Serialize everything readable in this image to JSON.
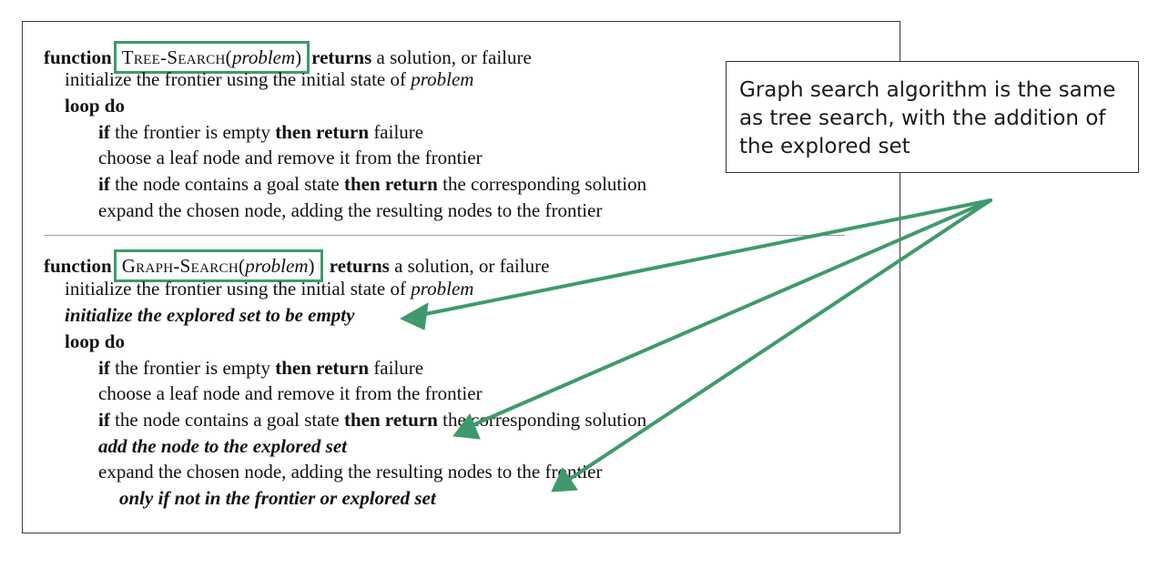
{
  "tree_search": {
    "kw_function": "function",
    "name": "Tree-Search(",
    "arg": "problem",
    "close": ")",
    "kw_returns": "returns",
    "returns_rest": " a solution, or failure",
    "init_text": "initialize the frontier using the initial state of ",
    "init_arg": "problem",
    "loop": "loop do",
    "if1_kw": "if",
    "if1_text": " the frontier is empty ",
    "if1_then": "then return",
    "if1_rest": " failure",
    "choose": "choose a leaf node and remove it from the frontier",
    "if2_kw": "if",
    "if2_text": " the node contains a goal state ",
    "if2_then": "then return",
    "if2_rest": " the corresponding solution",
    "expand": "expand the chosen node, adding the resulting nodes to the frontier"
  },
  "graph_search": {
    "kw_function": "function",
    "name": "Graph-Search(",
    "arg": "problem",
    "close": ")",
    "kw_returns": "returns",
    "returns_rest": " a solution, or failure",
    "init_text": "initialize the frontier using the initial state of ",
    "init_arg": "problem",
    "init_explored": "initialize the explored set to be empty",
    "loop": "loop do",
    "if1_kw": "if",
    "if1_text": " the frontier is empty ",
    "if1_then": "then return",
    "if1_rest": " failure",
    "choose": "choose a leaf node and remove it from the frontier",
    "if2_kw": "if",
    "if2_text": " the node contains a goal state ",
    "if2_then": "then return",
    "if2_rest": " the corresponding solution",
    "add_explored": "add the node to the explored set",
    "expand": "expand the chosen node, adding the resulting nodes to the frontier",
    "only_if": "only if not in the frontier or explored set"
  },
  "callout": {
    "text": "Graph search algorithm is the same as tree search, with the addition of the explored set"
  },
  "colors": {
    "highlight": "#3e9a6c",
    "arrow": "#3e9a6c",
    "border": "#3a3a3a"
  }
}
